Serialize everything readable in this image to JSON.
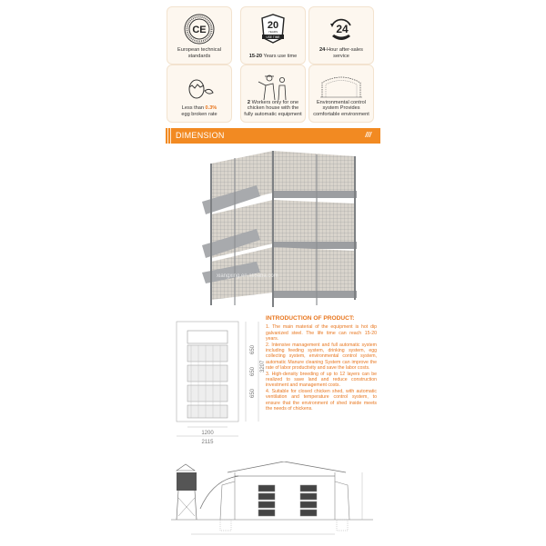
{
  "feature_cards": [
    {
      "icon": "ce-certification-icon",
      "caption_bold": "",
      "caption": "European technical standards"
    },
    {
      "icon": "20-years-badge-icon",
      "badge_number": "20",
      "badge_sub": "YEARS",
      "badge_ribbon": "USE TIME",
      "caption_bold": "15-20",
      "caption": " Years use time"
    },
    {
      "icon": "24-hour-phone-icon",
      "badge_number": "24",
      "caption_bold": "24",
      "caption": "-Hour after-sales service"
    },
    {
      "icon": "broken-egg-icon",
      "caption_prefix": "Less than ",
      "caption_bold": "0.3%",
      "caption": "egg broken rate"
    },
    {
      "icon": "workers-icon",
      "caption_bold": "2",
      "caption": " Workers only for one chicken house with the fully automatic equipment"
    },
    {
      "icon": "shed-ventilation-icon",
      "caption_bold": "",
      "caption": "Environmental control system Provides comfortable environment"
    }
  ],
  "section": {
    "title": "DIMENSION",
    "decoration": "///"
  },
  "photo": {
    "alt": "Galvanized H-type layer chicken cage, 3 tiers",
    "watermark": "xiangxing.en.alibaba.com"
  },
  "intro": {
    "title": "INTRODUCTION OF PRODUCT:",
    "points": [
      "1. The main material of the equipment is hot dip galvanized steel. The life time can reach 15-20 years.",
      "2. Intensive management and full automatic system including feeding system, drinking system, egg collecting system, environmental control system, automatic Manure cleaning System can improve the rate of labor productivity and save the labor costs.",
      "3. High-density breeding of up to 12 layers can be realized to save land and reduce construction investment and management costs.",
      "4. Suitable for closed chicken shed, with automatic ventilation and temperature control system, to ensure that the environment of shed inside meets the needs of chickens."
    ]
  },
  "cage_drawing": {
    "dims": {
      "width_inner": "1200",
      "width_total": "2115",
      "tier1": "650",
      "tier2": "650",
      "tier3": "650",
      "height": "3207"
    }
  },
  "house_drawing": {
    "label": "Chicken house cross-section with feed silo"
  }
}
